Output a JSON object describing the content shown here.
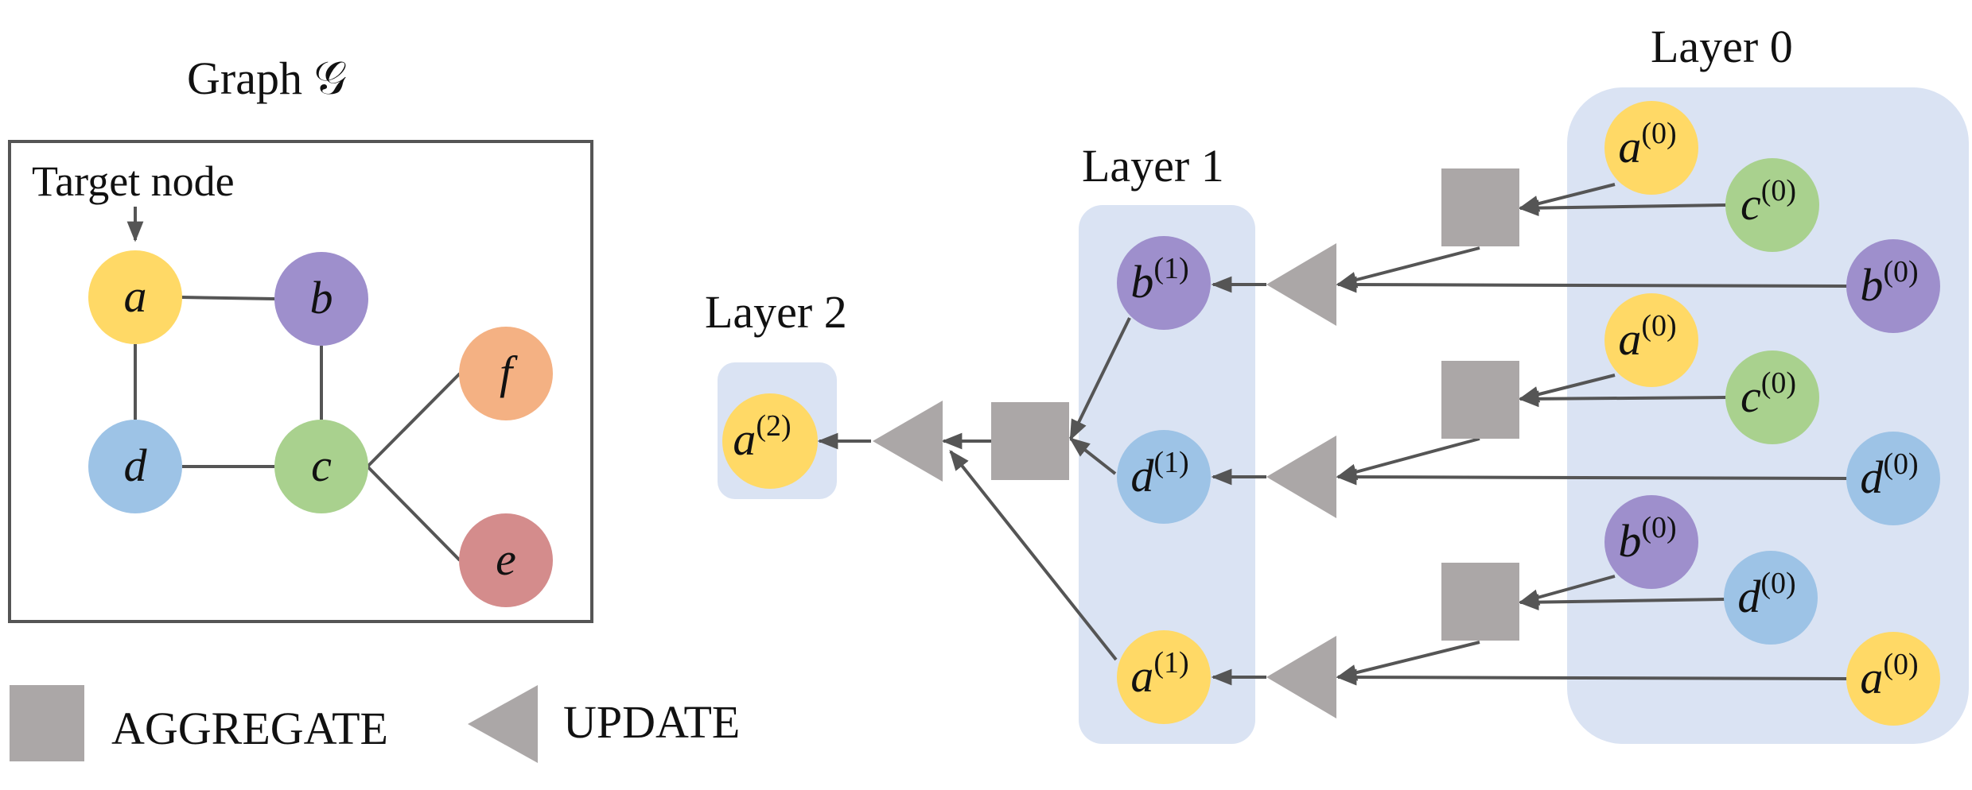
{
  "graph_panel": {
    "title": "Graph 𝒢",
    "target_label": "Target node",
    "nodes": [
      {
        "id": "a",
        "label": "a",
        "color": "#FFD966"
      },
      {
        "id": "b",
        "label": "b",
        "color": "#9E8FCC"
      },
      {
        "id": "c",
        "label": "c",
        "color": "#A9D18E"
      },
      {
        "id": "d",
        "label": "d",
        "color": "#9DC3E6"
      },
      {
        "id": "e",
        "label": "e",
        "color": "#D48C8C"
      },
      {
        "id": "f",
        "label": "f",
        "color": "#F4B183"
      }
    ],
    "edges": [
      [
        "a",
        "b"
      ],
      [
        "a",
        "d"
      ],
      [
        "b",
        "c"
      ],
      [
        "d",
        "c"
      ],
      [
        "c",
        "f"
      ],
      [
        "c",
        "e"
      ]
    ]
  },
  "layers": [
    {
      "title": "Layer 2"
    },
    {
      "title": "Layer 1"
    },
    {
      "title": "Layer 0"
    }
  ],
  "computation_nodes": {
    "l2_a": {
      "base": "a",
      "sup": "(2)",
      "color": "#FFD966"
    },
    "l1_b": {
      "base": "b",
      "sup": "(1)",
      "color": "#9E8FCC"
    },
    "l1_d": {
      "base": "d",
      "sup": "(1)",
      "color": "#9DC3E6"
    },
    "l1_a": {
      "base": "a",
      "sup": "(1)",
      "color": "#FFD966"
    },
    "l0_g1_a": {
      "base": "a",
      "sup": "(0)",
      "color": "#FFD966"
    },
    "l0_g1_c": {
      "base": "c",
      "sup": "(0)",
      "color": "#A9D18E"
    },
    "l0_g1_b": {
      "base": "b",
      "sup": "(0)",
      "color": "#9E8FCC"
    },
    "l0_g2_a": {
      "base": "a",
      "sup": "(0)",
      "color": "#FFD966"
    },
    "l0_g2_c": {
      "base": "c",
      "sup": "(0)",
      "color": "#A9D18E"
    },
    "l0_g2_d": {
      "base": "d",
      "sup": "(0)",
      "color": "#9DC3E6"
    },
    "l0_g3_b": {
      "base": "b",
      "sup": "(0)",
      "color": "#9E8FCC"
    },
    "l0_g3_d": {
      "base": "d",
      "sup": "(0)",
      "color": "#9DC3E6"
    },
    "l0_g3_a": {
      "base": "a",
      "sup": "(0)",
      "color": "#FFD966"
    }
  },
  "legend": {
    "aggregate_label": "AGGREGATE",
    "update_label": "UPDATE"
  },
  "colors": {
    "layer_bg": "#DAE3F3",
    "aggregate": "#ABA7A7",
    "update": "#ABA7A7",
    "edge": "#555555"
  }
}
